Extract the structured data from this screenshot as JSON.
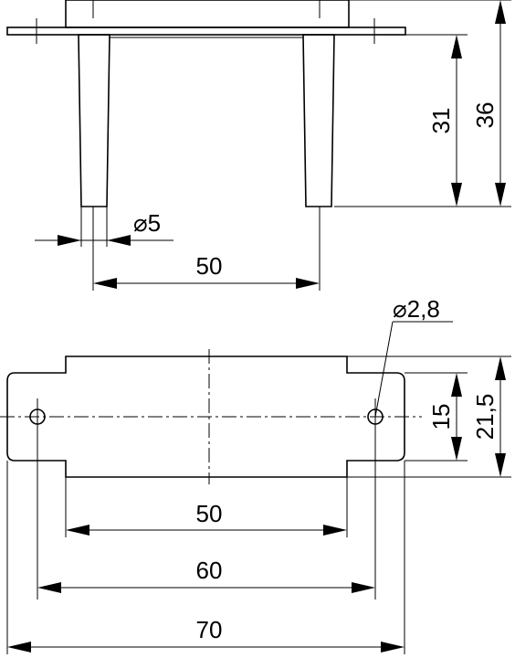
{
  "dimensions": {
    "top_height_outer": "36",
    "top_height_inner": "31",
    "pin_diameter": "⌀5",
    "top_pin_spacing": "50",
    "hole_diameter": "⌀2,8",
    "bottom_width_inner": "15",
    "bottom_width_outer": "21,5",
    "bottom_length_inner": "50",
    "hole_spacing": "60",
    "bottom_length_total": "70"
  }
}
